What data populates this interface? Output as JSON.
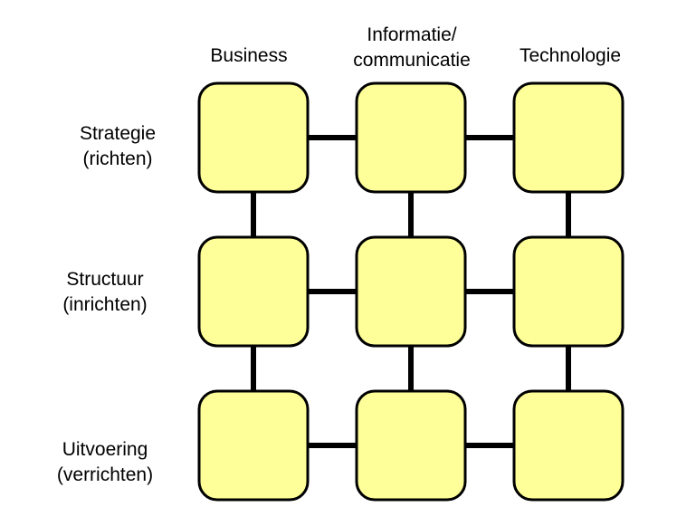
{
  "columns": [
    {
      "lines": [
        "Business"
      ]
    },
    {
      "lines": [
        "Informatie/",
        "communicatie"
      ]
    },
    {
      "lines": [
        "Technologie"
      ]
    }
  ],
  "rows": [
    {
      "lines": [
        "Strategie",
        "(richten)"
      ]
    },
    {
      "lines": [
        "Structuur",
        "(inrichten)"
      ]
    },
    {
      "lines": [
        "Uitvoering",
        "(verrichten)"
      ]
    }
  ],
  "colors": {
    "cell_fill": "#FFFF99",
    "cell_stroke": "#000000",
    "connector": "#000000",
    "text": "#000000"
  }
}
